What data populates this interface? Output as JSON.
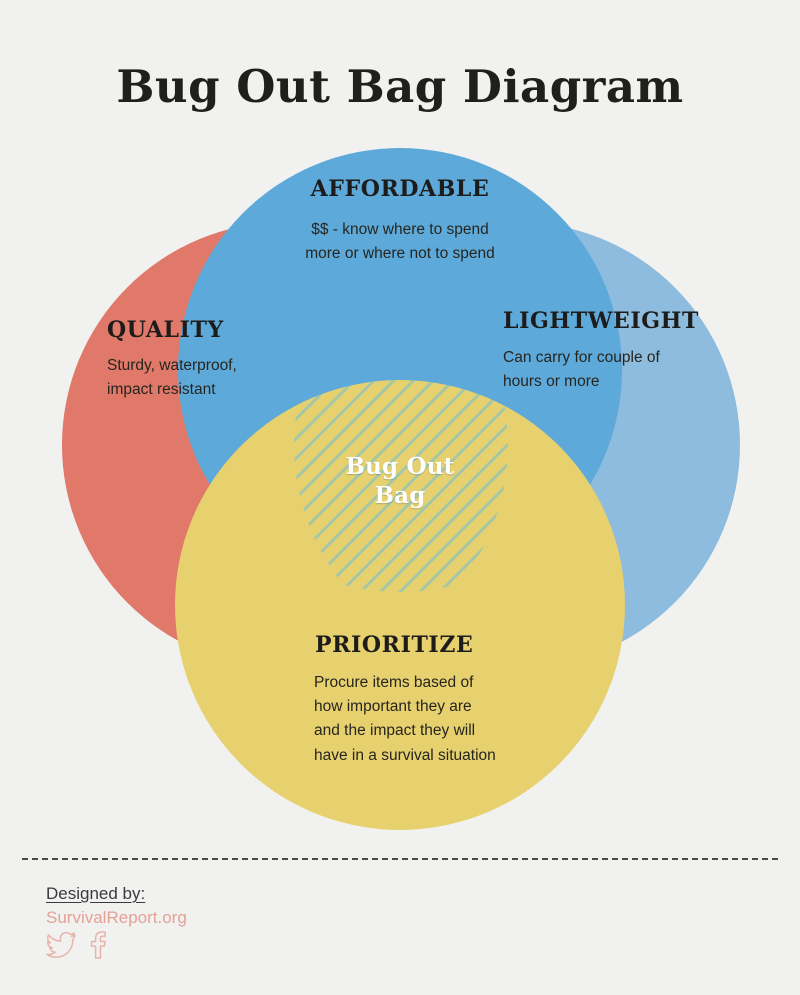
{
  "page": {
    "background_color": "#f1f1f0",
    "title": "Bug Out Bag Diagram"
  },
  "diagram": {
    "type": "venn",
    "center_label": "Bug Out\nBag",
    "center_label_line1": "Bug Out",
    "center_label_line2": "Bag",
    "sets": [
      {
        "id": "quality",
        "heading": "QUALITY",
        "body": "Sturdy, waterproof, impact resistant",
        "body_lines": [
          "Sturdy, waterproof,",
          "impact resistant"
        ],
        "color": "#ed8070",
        "position": "left"
      },
      {
        "id": "affordable",
        "heading": "AFFORDABLE",
        "body": "$$ - know where to spend more or where not to spend",
        "body_lines": [
          "$$ - know where to spend",
          "more or where not to spend"
        ],
        "color": "#62b4e8",
        "position": "top"
      },
      {
        "id": "lightweight",
        "heading": "LIGHTWEIGHT",
        "body": "Can carry for couple of hours or more",
        "body_lines": [
          "Can carry for couple of",
          "hours or more"
        ],
        "color": "#95c7ec",
        "position": "right"
      },
      {
        "id": "prioritize",
        "heading": "PRIORITIZE",
        "body": "Procure items based of how important they are and the impact they will have in a survival situation",
        "body_lines": [
          "Procure items based of",
          "how important they are",
          "and the impact they will",
          "have in a survival situation"
        ],
        "color": "#f5de76",
        "position": "bottom"
      }
    ]
  },
  "footer": {
    "designed_by_label": "Designed by:",
    "site_name": "SurvivalReport.org",
    "social": [
      {
        "name": "twitter",
        "icon": "twitter-icon"
      },
      {
        "name": "facebook",
        "icon": "facebook-icon"
      }
    ],
    "accent_color": "#e3a295"
  }
}
